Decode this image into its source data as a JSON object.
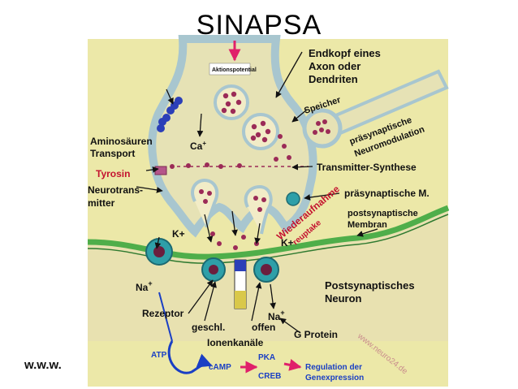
{
  "slide": {
    "title": "SINAPSA",
    "footer": "w.w.w."
  },
  "diagram": {
    "labels": {
      "aktionspotential": "Aktionspotential",
      "endkopf_line1": "Endkopf eines",
      "endkopf_line2": "Axon oder",
      "endkopf_line3": "Dendriten",
      "speicher": "Speicher",
      "praesyn_neuromod_1": "präsynaptische",
      "praesyn_neuromod_2": "Neuromodulation",
      "aminosaeuren_1": "Aminosäuren",
      "aminosaeuren_2": "Transport",
      "ca": "Ca",
      "ca_sup": "+",
      "tyrosin": "Tyrosin",
      "neurotrans_1": "Neurotrans-",
      "neurotrans_2": "mitter",
      "transmitter_synthese": "Transmitter-Synthese",
      "praesyn_m": "präsynaptische M.",
      "wiederaufnahme": "Wiederaufnahme",
      "reuptake": "reuptake",
      "postsyn_membran_1": "postsynaptische",
      "postsyn_membran_2": "Membran",
      "k_left": "K+",
      "k_right": "K+",
      "na_left": "Na",
      "na_left_sup": "+",
      "na_right": "Na",
      "na_right_sup": "+",
      "postsyn_neuron_1": "Postsynaptisches",
      "postsyn_neuron_2": "Neuron",
      "rezeptor": "Rezeptor",
      "geschl": "geschl.",
      "offen": "offen",
      "ionenkanaele": "Ionenkanäle",
      "g_protein": "G Protein",
      "atp": "ATP",
      "camp": "cAMP",
      "pka": "PKA",
      "creb": "CREB",
      "regulation_1": "Regulation der",
      "regulation_2": "Genexpression",
      "watermark": "www.neuro24.de"
    },
    "colors": {
      "background": "#ece8a8",
      "neuron_fill": "#e6e2b5",
      "neuron_border": "#a8c6cf",
      "membrane_green": "#4fae4a",
      "vesicle": "#9b2b57",
      "channel": "#2e9fa8",
      "arrow_blue": "#1a3fc4",
      "arrow_red": "#e0206a",
      "label_blue": "#1a3fc4"
    }
  }
}
